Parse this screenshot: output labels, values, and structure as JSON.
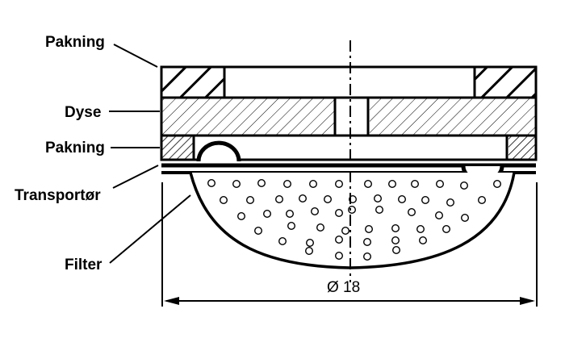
{
  "labels": {
    "pakning_top": "Pakning",
    "dyse": "Dyse",
    "pakning_bottom": "Pakning",
    "transportor": "Transportør",
    "filter": "Filter"
  },
  "dimension": {
    "text": "Ø 18"
  },
  "colors": {
    "line": "#000000",
    "background": "#ffffff"
  }
}
